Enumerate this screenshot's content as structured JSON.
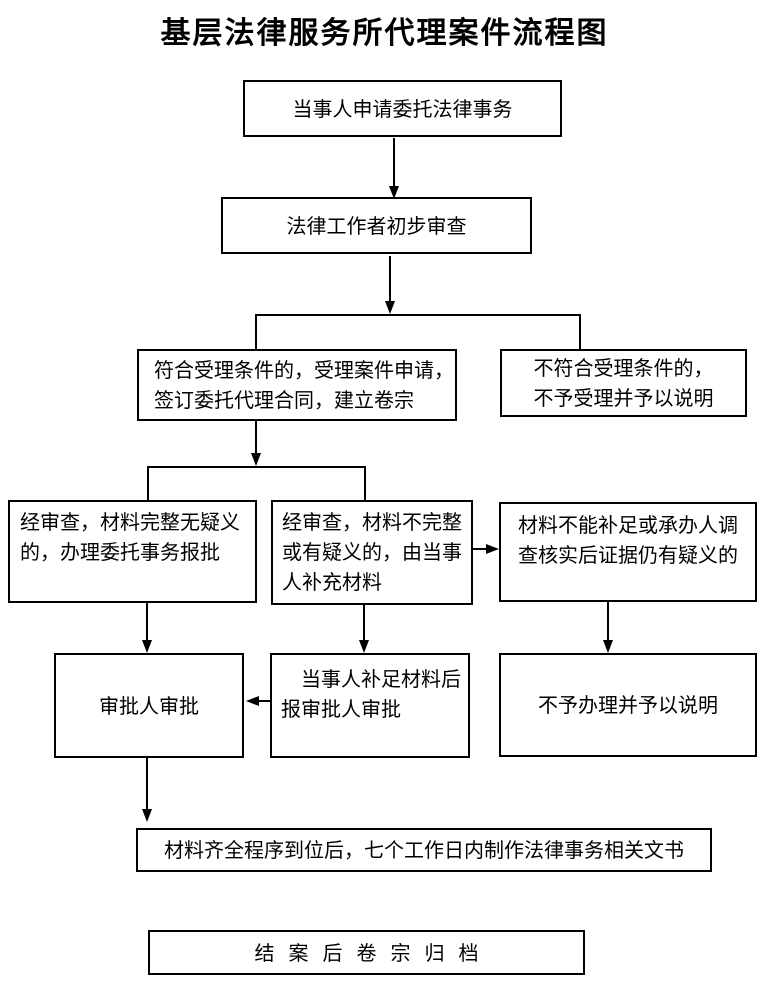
{
  "title": "基层法律服务所代理案件流程图",
  "colors": {
    "line": "#000000",
    "text": "#000000",
    "background": "#ffffff"
  },
  "flowchart": {
    "nodes": {
      "apply": {
        "label": "当事人申请委托法律事务"
      },
      "initial_review": {
        "label": "法律工作者初步审查"
      },
      "accepted": {
        "label": "符合受理条件的，受理案件申请，\n签订委托代理合同，建立卷宗"
      },
      "not_accepted": {
        "label": "不符合受理条件的，\n不予受理并予以说明"
      },
      "materials_complete": {
        "label": "经审查，材料完整无疑义\n的，办理委托事务报批"
      },
      "materials_incomplete": {
        "label": "经审查，材料不完整\n或有疑义的，由当事\n人补充材料"
      },
      "materials_unresolvable": {
        "label": "材料不能补足或承办人调\n查核实后证据仍有疑义的"
      },
      "approver_review": {
        "label": "审批人审批"
      },
      "supplemented_submit": {
        "label": "当事人补足材料后\n报审批人审批"
      },
      "refuse_handling": {
        "label": "不予办理并予以说明"
      },
      "produce_documents": {
        "label": "材料齐全程序到位后，七个工作日内制作法律事务相关文书"
      },
      "archive": {
        "label": "结案后卷宗归档"
      }
    }
  }
}
